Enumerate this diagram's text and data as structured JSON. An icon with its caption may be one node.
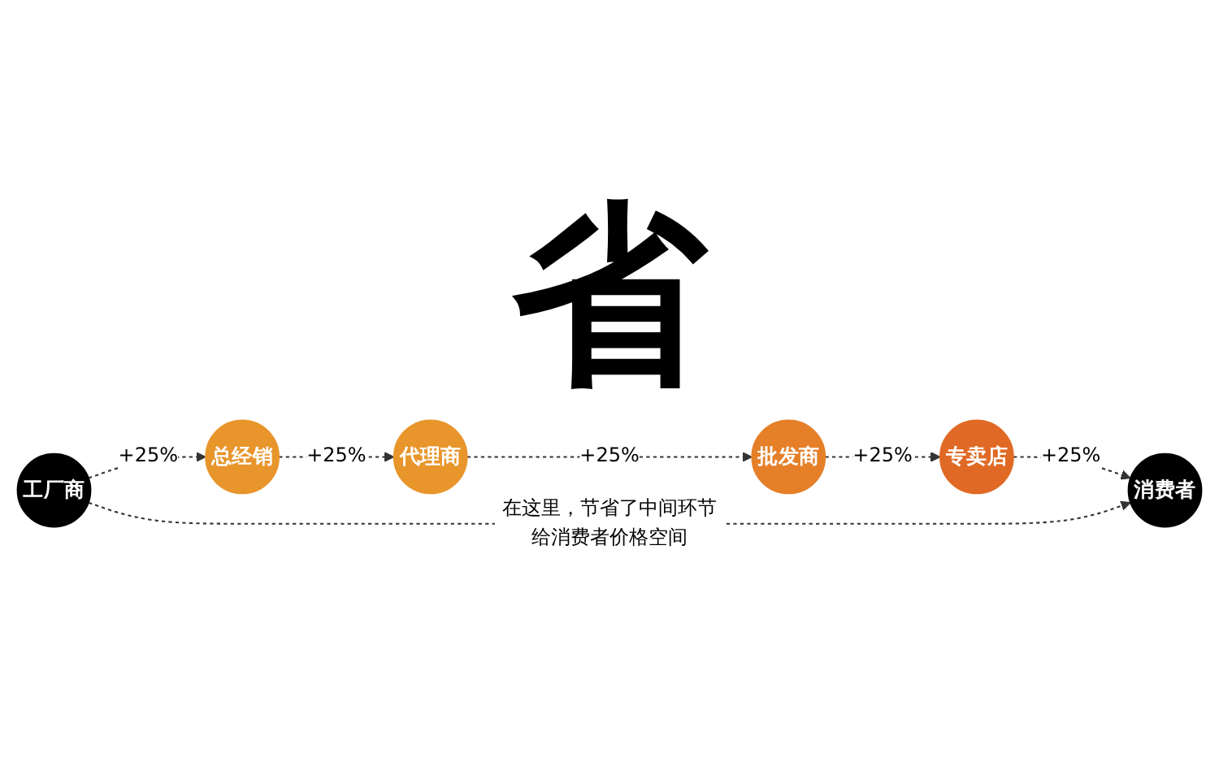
{
  "diagram": {
    "nodes": [
      {
        "text": [
          "工厂商"
        ]
      },
      {
        "text": [
          "总经销"
        ]
      },
      {
        "text": [
          "代理商"
        ]
      },
      {
        "text": [
          "批发商"
        ]
      },
      {
        "text": [
          "专卖店"
        ]
      },
      {
        "text": [
          "消费者"
        ]
      }
    ],
    "edges": [
      {
        "from": 0,
        "to": 1,
        "arrow": "to",
        "label": "+25%",
        "style": "dashed"
      },
      {
        "from": 1,
        "to": 2,
        "arrow": "to",
        "label": "+25%",
        "style": "dashed"
      },
      {
        "from": 2,
        "to": 3,
        "arrow": "to",
        "label": "+25%",
        "style": "dashed"
      },
      {
        "from": 3,
        "to": 4,
        "arrow": "to",
        "label": "+25%",
        "style": "dashed"
      },
      {
        "from": 4,
        "to": 5,
        "arrow": "to",
        "label": "+25%",
        "style": "dashed"
      },
      {
        "from": 0,
        "to": 5,
        "arrow": "to",
        "label": "在这里，节省了中间环节给消费者价格空间",
        "style": "dashed"
      }
    ],
    "labels": [
      "省"
    ]
  }
}
